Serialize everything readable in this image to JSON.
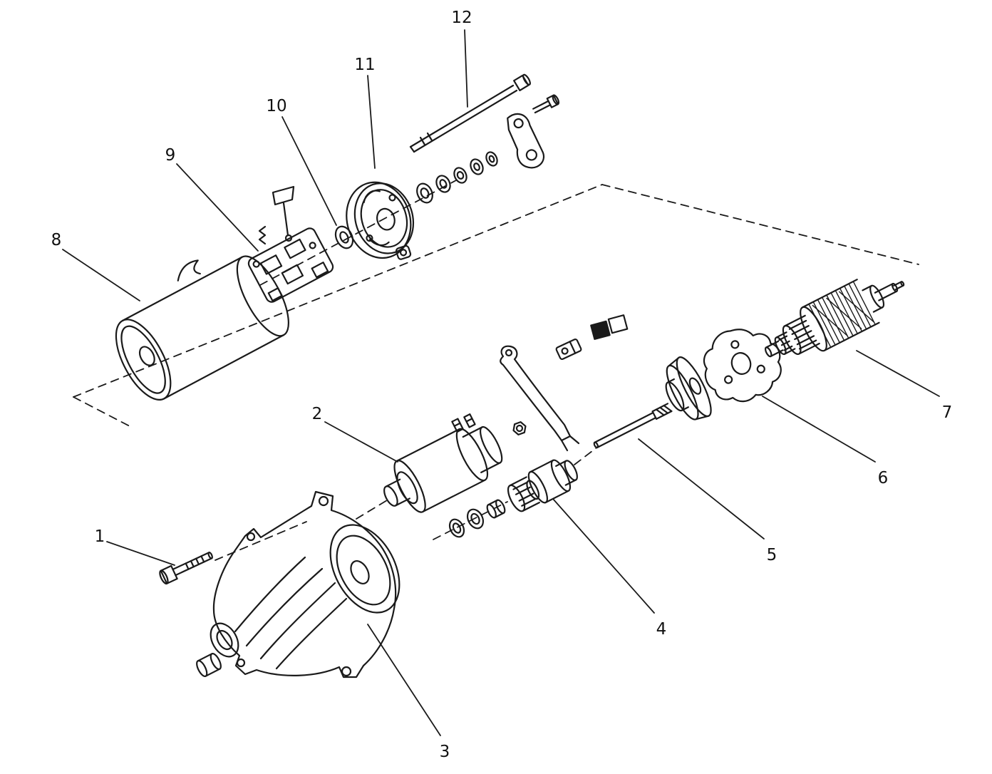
{
  "figure": {
    "background_color": "#ffffff",
    "line_color": "#1a1a1a"
  },
  "callouts": [
    "1",
    "2",
    "3",
    "4",
    "5",
    "6",
    "7",
    "8",
    "9",
    "10",
    "11",
    "12"
  ]
}
